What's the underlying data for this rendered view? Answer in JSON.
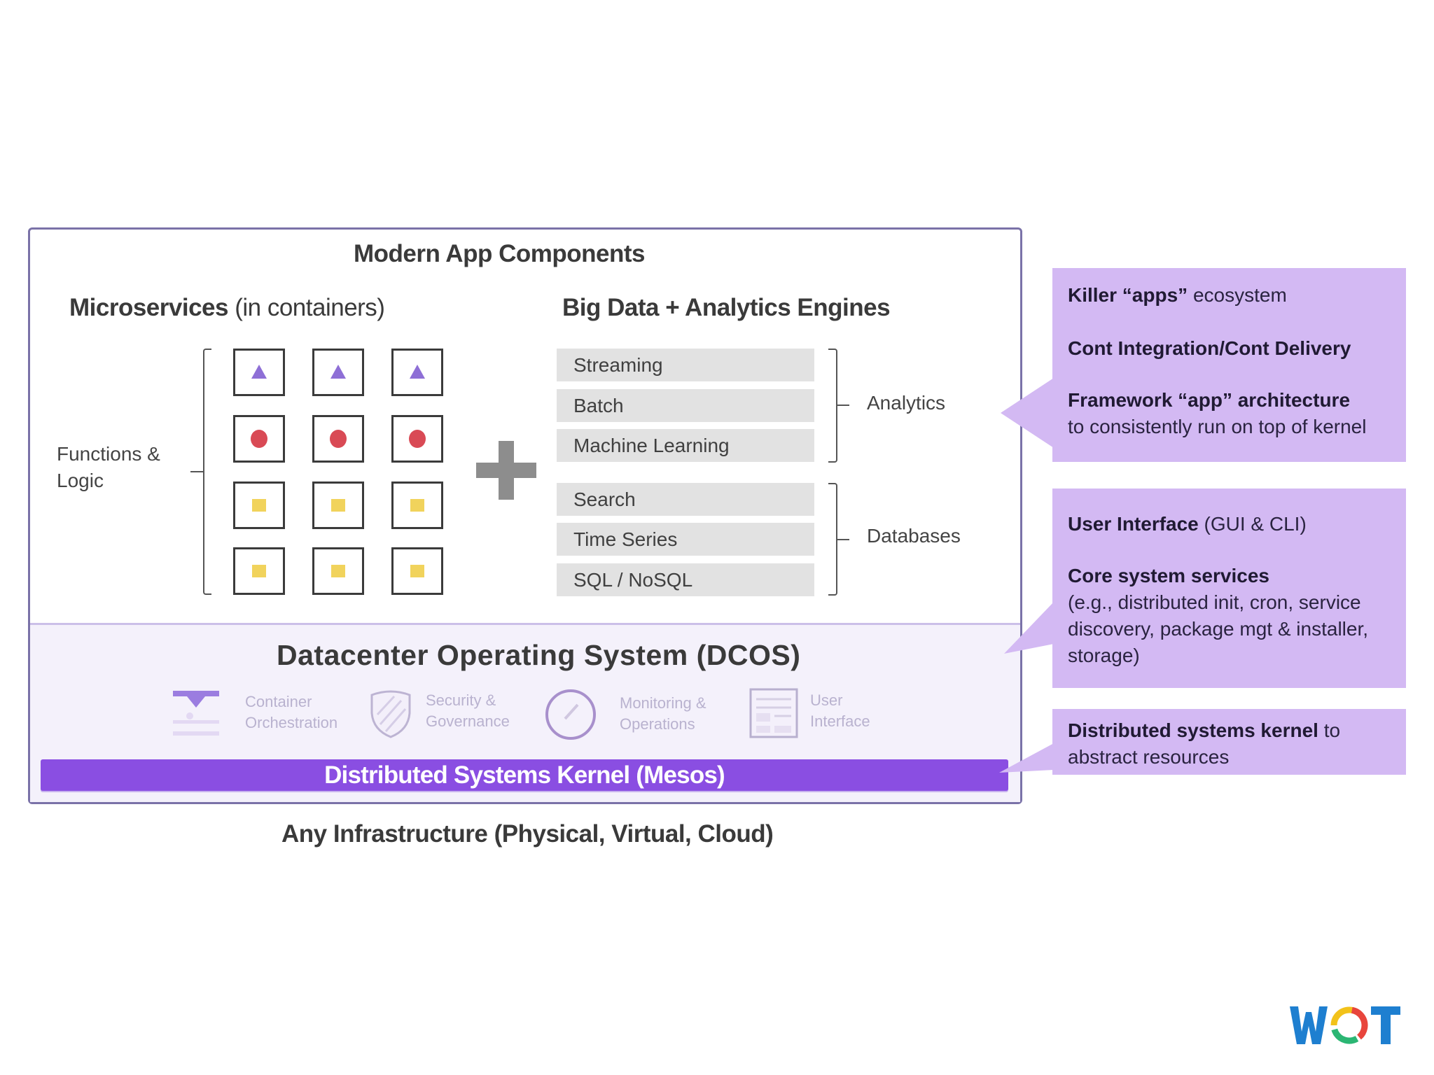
{
  "diagram": {
    "title": "Modern App Components",
    "microservices": {
      "heading_bold": "Microservices",
      "heading_normal": " (in containers)",
      "side_label_line1": "Functions &",
      "side_label_line2": "Logic",
      "grid_rows": [
        "triangle",
        "circle",
        "square",
        "square"
      ],
      "grid_columns": 3,
      "colors": {
        "triangle": "#8e6fd6",
        "circle": "#d94a55",
        "square": "#f1d35c"
      }
    },
    "plus_symbol": "+",
    "big_data": {
      "heading": "Big Data + Analytics Engines",
      "groups": [
        {
          "label": "Analytics",
          "items": [
            "Streaming",
            "Batch",
            "Machine Learning"
          ]
        },
        {
          "label": "Databases",
          "items": [
            "Search",
            "Time Series",
            "SQL / NoSQL"
          ]
        }
      ]
    },
    "dcos": {
      "title": "Datacenter Operating System (DCOS)",
      "features": [
        {
          "icon": "container-orchestration-icon",
          "line1": "Container",
          "line2": "Orchestration"
        },
        {
          "icon": "shield-icon",
          "line1": "Security &",
          "line2": "Governance"
        },
        {
          "icon": "gauge-icon",
          "line1": "Monitoring &",
          "line2": "Operations"
        },
        {
          "icon": "window-layout-icon",
          "line1": "User",
          "line2": "Interface"
        }
      ]
    },
    "kernel_bar": "Distributed Systems Kernel (Mesos)",
    "infrastructure": "Any Infrastructure (Physical, Virtual, Cloud)"
  },
  "callouts": [
    {
      "lines": [
        {
          "bold": "Killer “apps”",
          "normal": " ecosystem"
        },
        {
          "bold": "Cont Integration/Cont Delivery",
          "normal": ""
        },
        {
          "bold": "Framework “app” architecture",
          "normal": ""
        },
        {
          "bold": "",
          "normal": "to consistently run on top of kernel"
        }
      ]
    },
    {
      "lines": [
        {
          "bold": "User Interface",
          "normal": " (GUI & CLI)"
        },
        {
          "bold": "Core system services",
          "normal": ""
        },
        {
          "bold": "",
          "normal": "(e.g., distributed init, cron, service"
        },
        {
          "bold": "",
          "normal": "discovery, package mgt & installer,"
        },
        {
          "bold": "",
          "normal": "storage)"
        }
      ]
    },
    {
      "lines": [
        {
          "bold": "Distributed systems kernel",
          "normal": " to"
        },
        {
          "bold": "",
          "normal": "abstract resources"
        }
      ]
    }
  ],
  "colors": {
    "frame_border": "#7a72a8",
    "callout_bg": "#d3b9f3",
    "kernel_bar": "#8a4ee2",
    "engine_bar": "#e2e2e2"
  },
  "logo": {
    "text": "WOT",
    "letters": [
      "W",
      "O",
      "T"
    ],
    "blue": "#1e7fd0",
    "ring_colors": [
      "#f2c21a",
      "#e8453c",
      "#2bb673"
    ]
  }
}
